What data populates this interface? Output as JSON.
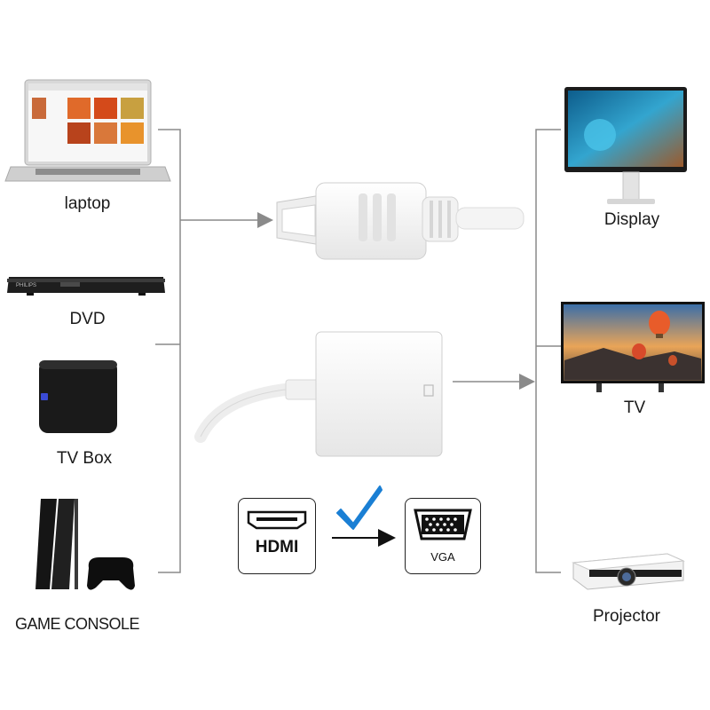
{
  "sources": [
    {
      "id": "laptop",
      "label": "laptop"
    },
    {
      "id": "dvd",
      "label": "DVD",
      "brand": "PHILIPS"
    },
    {
      "id": "tvbox",
      "label": "TV Box"
    },
    {
      "id": "console",
      "label": "GAME CONSOLE"
    }
  ],
  "outputs": [
    {
      "id": "display",
      "label": "Display"
    },
    {
      "id": "tv",
      "label": "TV"
    },
    {
      "id": "projector",
      "label": "Projector"
    }
  ],
  "conversion": {
    "from_label": "HDMI",
    "to_label": "VGA",
    "check_color": "#1a7fd4"
  },
  "colors": {
    "line": "#8a8a8a",
    "arrow": "#8a8a8a",
    "device_dark": "#1c1c1c",
    "adapter": "#f4f4f4"
  }
}
